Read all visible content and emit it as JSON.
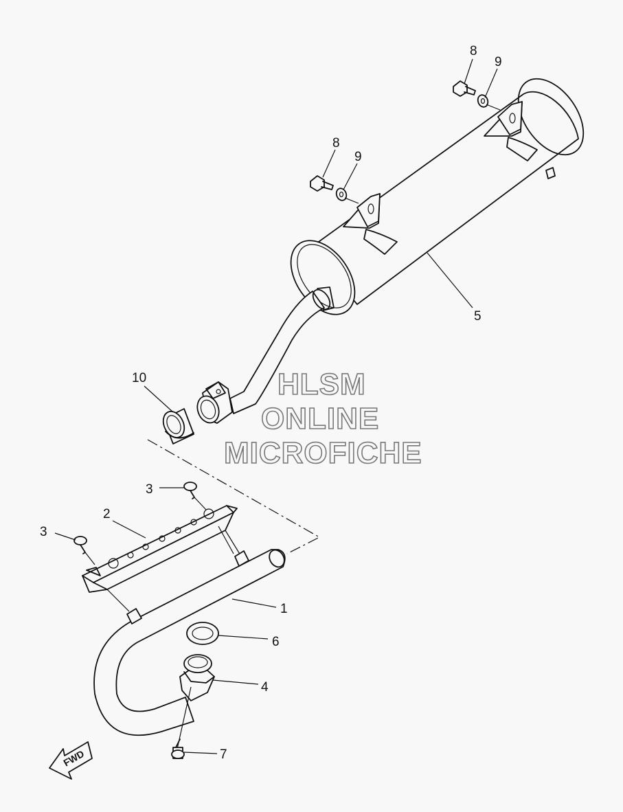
{
  "watermark": {
    "line1": "HLSM",
    "line2": "ONLINE",
    "line3": "MICROFICHE"
  },
  "direction_indicator": {
    "label": "FWD"
  },
  "callouts": {
    "c1": "1",
    "c2": "2",
    "c3a": "3",
    "c3b": "3",
    "c4": "4",
    "c5": "5",
    "c6": "6",
    "c7": "7",
    "c8a": "8",
    "c8b": "8",
    "c9a": "9",
    "c9b": "9",
    "c10": "10"
  }
}
